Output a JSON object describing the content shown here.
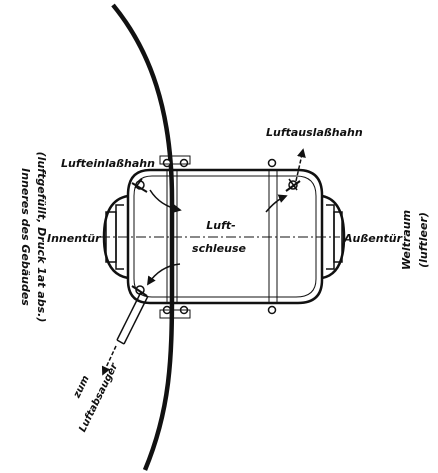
{
  "labels": {
    "inner_building": "Inneres des Gebäudes",
    "inner_building_sub": "(luftgefüllt, Druck 1at abs.)",
    "space": "Weltraum",
    "space_sub": "(luftleer)",
    "inlet_valve": "Lufteinlaßhahn",
    "outlet_valve": "Luftauslaßhahn",
    "airlock_line1": "Luft-",
    "airlock_line2": "schleuse",
    "inner_door": "Innentür",
    "outer_door": "Außentür",
    "to_suction_line1": "zum",
    "to_suction_line2": "Luftabsauger"
  }
}
